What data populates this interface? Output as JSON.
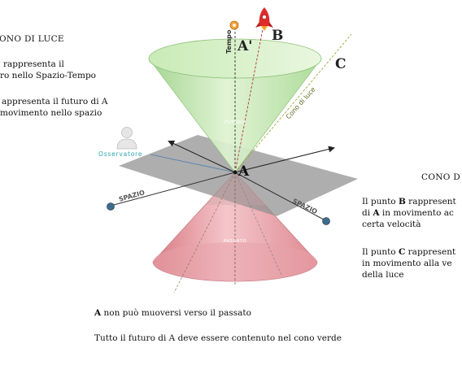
{
  "left_panel": {
    "heading": "ONO DI LUCE",
    "line1": "rappresenta il",
    "line2": "ro nello Spazio-Tempo",
    "line3": "appresenta il futuro di A",
    "line4": "movimento nello spazio"
  },
  "right_panel": {
    "heading": "CONO D",
    "b_line1_pre": "Il punto ",
    "b_line1_bold": "B",
    "b_line1_post": " rappresent",
    "b_line2_pre": "di ",
    "b_line2_bold": "A",
    "b_line2_post": " in movimento ac",
    "b_line3": "certa velocità",
    "c_line1_pre": "Il punto ",
    "c_line1_bold": "C",
    "c_line1_post": " rappresent",
    "c_line2": "in movimento alla ve",
    "c_line3": "della luce"
  },
  "bottom": {
    "line1_bold": "A",
    "line1_rest": " non può muoversi verso il passato",
    "line2": "Tutto il futuro di A deve essere contenuto nel cono verde"
  },
  "diagram_labels": {
    "tempo": "Tempo",
    "a_prime": "A'",
    "b": "B",
    "c": "C",
    "a": "A",
    "cono_di_luce": "Cono di luce",
    "futuro": "FUTURO",
    "passato": "PASSATO",
    "osservatore": "Osservatore",
    "spazio_left": "SPAZIO",
    "spazio_right": "SPAZIO"
  },
  "colors": {
    "future_cone": "#b8e3a0",
    "past_cone": "#e8a0a6",
    "plane": "#8f8f8f",
    "observer_label": "#2aa6b0",
    "light_line": "#9aa83a"
  }
}
